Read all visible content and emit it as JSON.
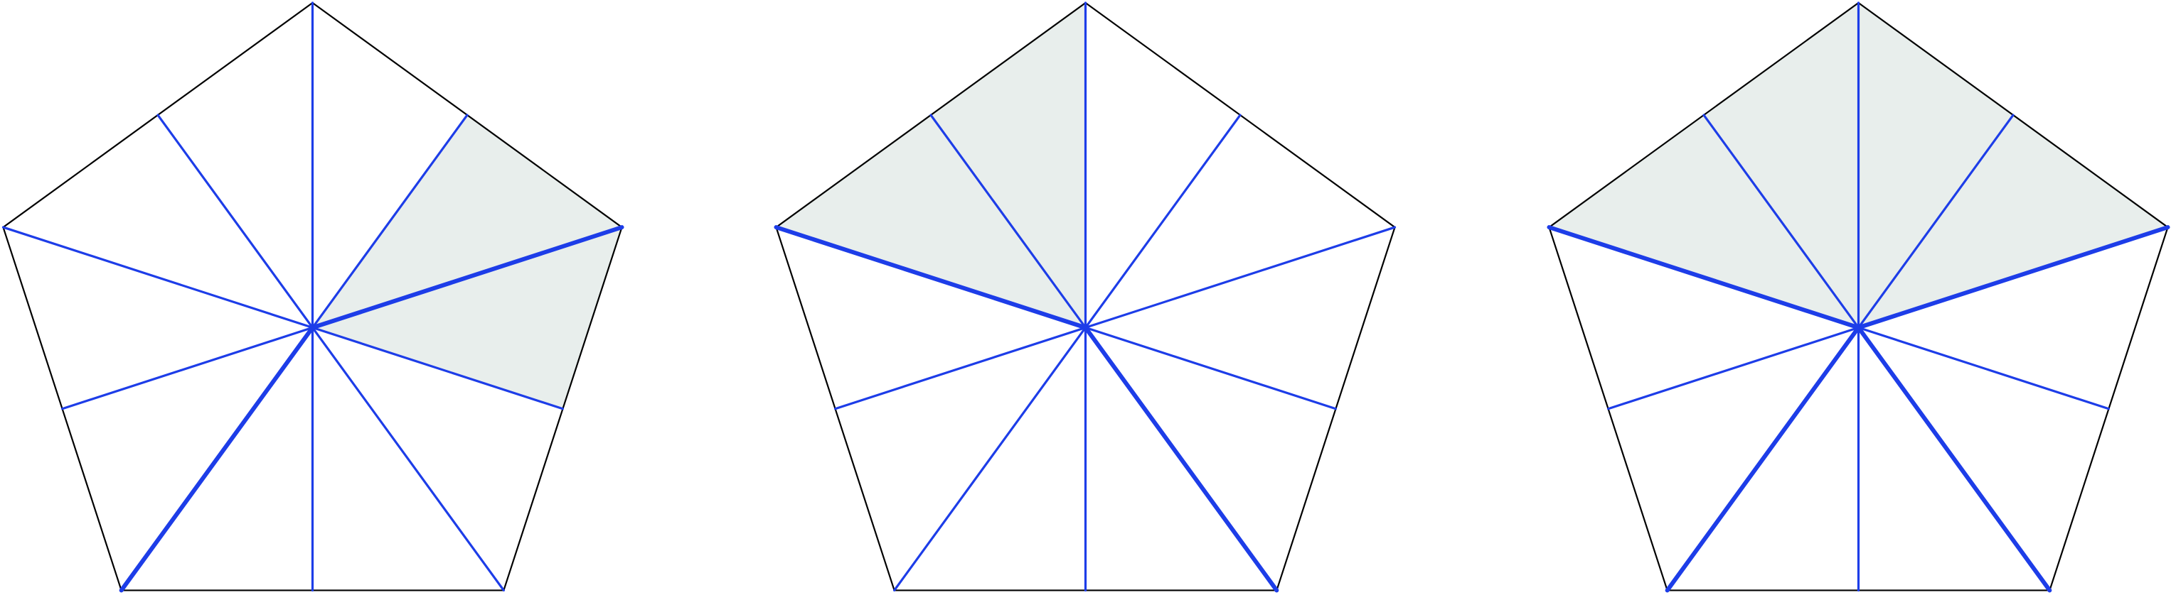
{
  "colors": {
    "outline": "#000000",
    "spoke": "#1d3de8",
    "shade": "#e8eeec",
    "background": "#ffffff"
  },
  "figures": [
    {
      "id": "figure-1",
      "shaded_sectors": [
        1,
        2
      ],
      "bold_spokes": [
        2,
        6
      ]
    },
    {
      "id": "figure-2",
      "shaded_sectors": [
        8,
        9
      ],
      "bold_spokes": [
        4,
        8
      ]
    },
    {
      "id": "figure-3",
      "shaded_sectors": [
        8,
        9,
        0,
        1
      ],
      "bold_spokes": [
        2,
        4,
        6,
        8
      ]
    }
  ]
}
